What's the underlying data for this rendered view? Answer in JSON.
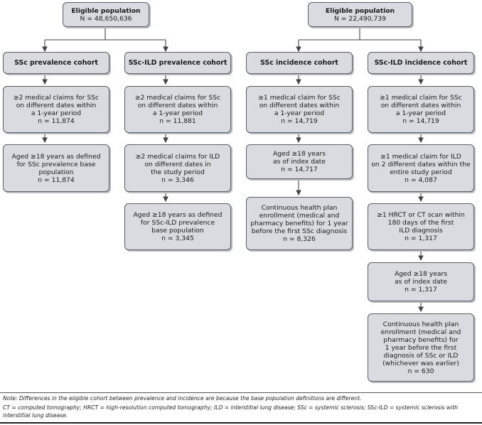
{
  "left_root": {
    "title": "Eligible population",
    "count": "N = 48,650,636"
  },
  "right_root": {
    "title": "Eligible population",
    "count": "N = 22,490,739"
  },
  "ssc_prev": {
    "header": "SSc prevalence cohort",
    "step1": {
      "lines": [
        "≥2 medical claims for SSc",
        "on different dates within",
        "a 1-year period"
      ],
      "n": "n = 11,874"
    },
    "step2": {
      "lines": [
        "Aged ≥18 years as defined",
        "for SSc prevalence base",
        "population"
      ],
      "n": "n = 11,874"
    }
  },
  "sscild_prev": {
    "header": "SSc-ILD prevalence cohort",
    "step1": {
      "lines": [
        "≥2 medical claims for SSc",
        "on different dates within",
        "a 1-year period"
      ],
      "n": "n = 11,881"
    },
    "step2": {
      "lines": [
        "≥2 medical claims for ILD",
        "on different dates in",
        "the study period"
      ],
      "n": "n = 3,346"
    },
    "step3": {
      "lines": [
        "Aged ≥18 years as defined",
        "for SSc-ILD prevalence",
        "base population"
      ],
      "n": "n = 3,345"
    }
  },
  "ssc_inc": {
    "header": "SSc incidence cohort",
    "step1": {
      "lines": [
        "≥1 medical claim for SSc",
        "on different dates within",
        "a 1-year period"
      ],
      "n": "n = 14,719"
    },
    "step2": {
      "lines": [
        "Aged ≥18 years",
        "as of index date"
      ],
      "n": "n = 14,717"
    },
    "step3": {
      "lines": [
        "Continuous health plan",
        "enrollment (medical and",
        "pharmacy benefits) for 1 year",
        "before the first SSc diagnosis"
      ],
      "n": "n = 8,326"
    }
  },
  "sscild_inc": {
    "header": "SSc-ILD incidence cohort",
    "step1": {
      "lines": [
        "≥1 medical claim for SSc",
        "on different dates within",
        "a 1-year period"
      ],
      "n": "n = 14,719"
    },
    "step2": {
      "lines": [
        "≥1 medical claim for ILD",
        "on 2 different dates within the",
        "entire study period"
      ],
      "n": "n = 4,087"
    },
    "step3": {
      "lines": [
        "≥1 HRCT or CT scan within",
        "180 days of the first",
        "ILD diagnosis"
      ],
      "n": "n = 1,317"
    },
    "step4": {
      "lines": [
        "Aged ≥18 years",
        "as of index date"
      ],
      "n": "n = 1,317"
    },
    "step5": {
      "lines": [
        "Continuous health plan",
        "enrollment (medical and",
        "pharmacy benefits) for",
        "1 year before the first",
        "diagnosis of SSc or ILD",
        "(whichever was earlier)"
      ],
      "n": "n = 630"
    }
  },
  "notes": {
    "note1": "Note: Differences in the eligible cohort between prevalence and incidence are because the base population definitions are different.",
    "note2": "CT = computed tomography; HRCT = high-resolution computed tomography; ILD = interstitial lung disease; SSc = systemic sclerosis; SSc-ILD = systemic sclerosis with",
    "note3": "interstitial lung disease."
  }
}
